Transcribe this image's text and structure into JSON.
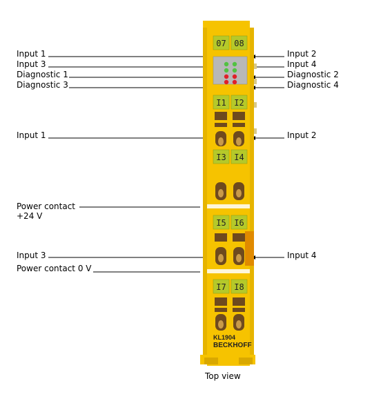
{
  "labels_left": [
    {
      "id": "input-1-led",
      "text": "Input 1"
    },
    {
      "id": "input-3-led",
      "text": "Input 3"
    },
    {
      "id": "diagnostic-1",
      "text": "Diagnostic 1"
    },
    {
      "id": "diagnostic-3",
      "text": "Diagnostic 3"
    },
    {
      "id": "input-1-terminal",
      "text": "Input 1"
    },
    {
      "id": "power-contact-24v",
      "text": "Power contact",
      "text2": "+24 V"
    },
    {
      "id": "input-3-terminal",
      "text": "Input 3"
    },
    {
      "id": "power-contact-0v",
      "text": "Power contact 0 V"
    }
  ],
  "labels_right": [
    {
      "id": "input-2-led",
      "text": "Input 2"
    },
    {
      "id": "input-4-led",
      "text": "Input 4"
    },
    {
      "id": "diagnostic-2",
      "text": "Diagnostic 2"
    },
    {
      "id": "diagnostic-4",
      "text": "Diagnostic 4"
    },
    {
      "id": "input-2-terminal",
      "text": "Input 2"
    },
    {
      "id": "input-4-terminal",
      "text": "Input 4"
    }
  ],
  "device": {
    "header_labels": [
      "07",
      "08"
    ],
    "channel_labels": [
      "I1",
      "I2",
      "I3",
      "I4",
      "I5",
      "I6",
      "I7",
      "I8"
    ],
    "model": "KL1904",
    "brand": "BECKHOFF",
    "colors": {
      "body": "#f6c300",
      "label_green": "#b5c92a",
      "led_on": "#52c241",
      "led_red": "#e0202a",
      "contact": "#6e4a1e",
      "accent_orange": "#e08a00"
    }
  },
  "caption": "Top view"
}
